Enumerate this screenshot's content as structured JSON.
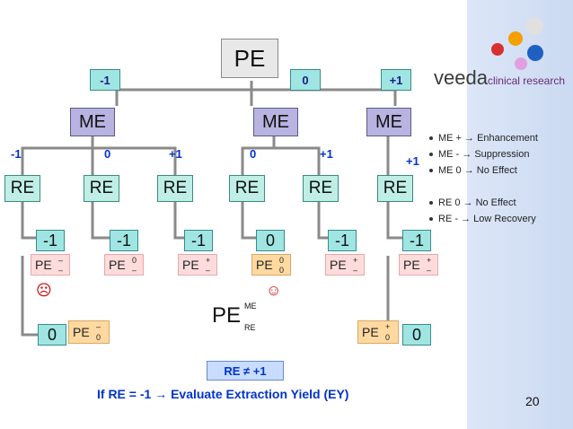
{
  "top_node": "PE",
  "level1": {
    "left": "-1",
    "middle": "0",
    "right": "+1"
  },
  "me_nodes": [
    "ME",
    "ME",
    "ME"
  ],
  "branch_labels": {
    "a": "-1",
    "b": "0",
    "c": "+1",
    "d": "0",
    "e": "+1",
    "f": "+1"
  },
  "re_nodes": [
    "RE",
    "RE",
    "RE",
    "RE",
    "RE",
    "RE"
  ],
  "re_values": [
    "-1",
    "-1",
    "-1",
    "0",
    "-1",
    "-1"
  ],
  "pe_results": [
    {
      "main": "PE",
      "sup": "–",
      "sub": "–"
    },
    {
      "main": "PE",
      "sup": "0",
      "sub": "–"
    },
    {
      "main": "PE",
      "sup": "+",
      "sub": "–"
    },
    {
      "main": "PE",
      "sup": "0",
      "sub": "0"
    },
    {
      "main": "PE",
      "sup": "+",
      "sub": "–"
    },
    {
      "main": "PE",
      "sup": "+",
      "sub": "–"
    }
  ],
  "bottom_left": {
    "value": "0",
    "main": "PE",
    "sup": "–",
    "sub": "0"
  },
  "bottom_right": {
    "value": "0",
    "main": "PE",
    "sup": "+",
    "sub": "0"
  },
  "formula": {
    "main": "PE",
    "sup": "ME",
    "sub": "RE"
  },
  "faces": {
    "sad": "☹",
    "happy": "☺"
  },
  "brand": {
    "name": "veeda",
    "tag": "clinical research"
  },
  "legend": [
    {
      "text": "ME + → Enhancement"
    },
    {
      "text": "ME - → Suppression"
    },
    {
      "text": "ME 0 → No Effect"
    },
    {
      "text": "RE 0 → No Effect"
    },
    {
      "text": "RE - → Low Recovery"
    }
  ],
  "condition_box": "RE ≠ +1",
  "footer_text": "If RE = -1 → Evaluate Extraction Yield (EY)",
  "page_number": "20",
  "colors": {
    "accent_blue": "#0033cc",
    "me_fill": "#b8b3e0",
    "re_fill": "#bfeee6"
  }
}
